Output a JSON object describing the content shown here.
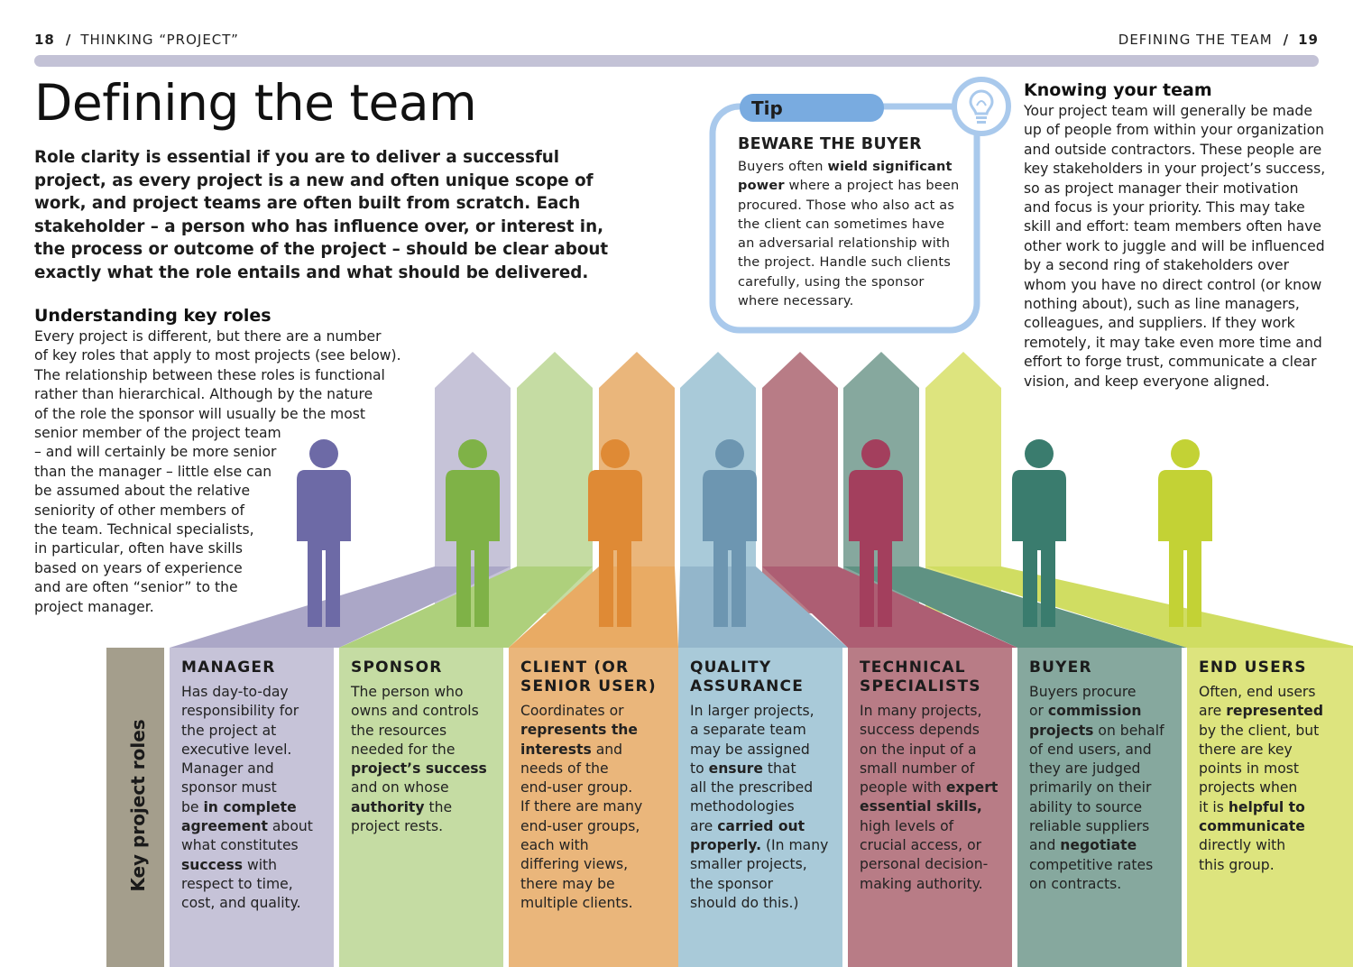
{
  "header": {
    "left_page": "18",
    "left_title": "THINKING “PROJECT”",
    "right_title": "DEFINING THE TEAM",
    "right_page": "19"
  },
  "title": "Defining the team",
  "intro": "Role clarity is essential if you are to deliver a successful project, as every project is a new and often unique scope of work, and project teams are often built from scratch. Each stakeholder – a person who has influence over, or interest in, the process or outcome of the project – should be clear about exactly what the role entails and what should be delivered.",
  "understanding": {
    "heading": "Understanding key roles",
    "lines": [
      "Every project is different, but there are a number",
      "of key roles that apply to most projects (see below).",
      "The relationship between these roles is functional",
      "rather than hierarchical. Although by the nature",
      "of the role the sponsor will usually be the most",
      "senior member of the project team",
      "– and will certainly be more senior",
      "than the manager – little else can",
      "be assumed about the relative",
      "seniority of other members of",
      "the team. Technical specialists,",
      "in particular, often have skills",
      "based on years of experience",
      "and are often “senior” to the",
      "project manager."
    ]
  },
  "tip": {
    "label": "Tip",
    "icon": "lightbulb-icon",
    "heading": "BEWARE THE BUYER",
    "lines": [
      [
        {
          "t": "Buyers often "
        },
        {
          "t": "wield significant",
          "b": true
        }
      ],
      [
        {
          "t": "power",
          "b": true
        },
        {
          "t": " where a project has been"
        }
      ],
      [
        {
          "t": "procured. Those who also act as"
        }
      ],
      [
        {
          "t": "the client can sometimes have"
        }
      ],
      [
        {
          "t": "an adversarial relationship with"
        }
      ],
      [
        {
          "t": "the project. Handle such clients"
        }
      ],
      [
        {
          "t": "carefully, using the sponsor"
        }
      ],
      [
        {
          "t": "where necessary."
        }
      ]
    ]
  },
  "knowing": {
    "heading": "Knowing your team",
    "lines": [
      "Your project team will generally be made",
      "up of people from within your organization",
      "and outside contractors. These people are",
      "key stakeholders in your project’s success,",
      "so as project manager their motivation",
      "and focus is your priority. This may take",
      "skill and effort: team members often have",
      "other work to juggle and will be influenced",
      "by a second ring of stakeholders over",
      "whom you have no direct control (or know",
      "nothing about), such as line managers,",
      "colleagues, and suppliers. If they work",
      "remotely, it may take even more time and",
      "effort to forge trust, communicate a clear",
      "vision, and keep everyone aligned."
    ]
  },
  "roles_label": "Key project roles",
  "colors": {
    "manager": "#6d6aa6",
    "sponsor": "#7fb247",
    "client": "#df8a35",
    "quality": "#6d96b1",
    "technical": "#a33f5d",
    "buyer": "#3a7c6e",
    "end_users": "#c3d235",
    "label_bar": "#a49e8c",
    "rule": "#c3c2d6",
    "tip_border": "#a9c9ec",
    "tip_label": "#79abe0"
  },
  "roles": [
    {
      "title": [
        "MANAGER"
      ],
      "lines": [
        [
          {
            "t": "Has day-to-day"
          }
        ],
        [
          {
            "t": "responsibility for"
          }
        ],
        [
          {
            "t": "the project at"
          }
        ],
        [
          {
            "t": "executive level."
          }
        ],
        [
          {
            "t": "Manager and"
          }
        ],
        [
          {
            "t": "sponsor must"
          }
        ],
        [
          {
            "t": "be "
          },
          {
            "t": "in complete",
            "b": true
          }
        ],
        [
          {
            "t": "agreement",
            "b": true
          },
          {
            "t": " about"
          }
        ],
        [
          {
            "t": "what constitutes"
          }
        ],
        [
          {
            "t": "success",
            "b": true
          },
          {
            "t": " with"
          }
        ],
        [
          {
            "t": "respect to time,"
          }
        ],
        [
          {
            "t": "cost, and quality."
          }
        ]
      ]
    },
    {
      "title": [
        "SPONSOR"
      ],
      "lines": [
        [
          {
            "t": "The person who"
          }
        ],
        [
          {
            "t": "owns and controls"
          }
        ],
        [
          {
            "t": "the resources"
          }
        ],
        [
          {
            "t": "needed for the"
          }
        ],
        [
          {
            "t": "project’s success",
            "b": true
          }
        ],
        [
          {
            "t": "and on whose"
          }
        ],
        [
          {
            "t": "authority",
            "b": true
          },
          {
            "t": " the"
          }
        ],
        [
          {
            "t": "project rests."
          }
        ]
      ]
    },
    {
      "title": [
        "CLIENT (OR",
        "SENIOR USER)"
      ],
      "lines": [
        [
          {
            "t": "Coordinates or"
          }
        ],
        [
          {
            "t": "represents the",
            "b": true
          }
        ],
        [
          {
            "t": "interests",
            "b": true
          },
          {
            "t": " and"
          }
        ],
        [
          {
            "t": "needs of the"
          }
        ],
        [
          {
            "t": "end-user group."
          }
        ],
        [
          {
            "t": "If there are many"
          }
        ],
        [
          {
            "t": "end-user groups,"
          }
        ],
        [
          {
            "t": "each with"
          }
        ],
        [
          {
            "t": "differing views,"
          }
        ],
        [
          {
            "t": "there may be"
          }
        ],
        [
          {
            "t": "multiple clients."
          }
        ]
      ]
    },
    {
      "title": [
        "QUALITY",
        "ASSURANCE"
      ],
      "lines": [
        [
          {
            "t": "In larger projects,"
          }
        ],
        [
          {
            "t": "a separate team"
          }
        ],
        [
          {
            "t": "may be assigned"
          }
        ],
        [
          {
            "t": "to "
          },
          {
            "t": "ensure",
            "b": true
          },
          {
            "t": " that"
          }
        ],
        [
          {
            "t": "all the prescribed"
          }
        ],
        [
          {
            "t": "methodologies"
          }
        ],
        [
          {
            "t": "are "
          },
          {
            "t": "carried out",
            "b": true
          }
        ],
        [
          {
            "t": "properly.",
            "b": true
          },
          {
            "t": " (In many"
          }
        ],
        [
          {
            "t": "smaller projects,"
          }
        ],
        [
          {
            "t": "the sponsor"
          }
        ],
        [
          {
            "t": "should do this.)"
          }
        ]
      ]
    },
    {
      "title": [
        "TECHNICAL",
        "SPECIALISTS"
      ],
      "lines": [
        [
          {
            "t": "In many projects,"
          }
        ],
        [
          {
            "t": "success depends"
          }
        ],
        [
          {
            "t": "on the input of a"
          }
        ],
        [
          {
            "t": "small number of"
          }
        ],
        [
          {
            "t": "people with "
          },
          {
            "t": "expert",
            "b": true
          }
        ],
        [
          {
            "t": "essential skills,",
            "b": true
          }
        ],
        [
          {
            "t": "high levels of"
          }
        ],
        [
          {
            "t": "crucial access, or"
          }
        ],
        [
          {
            "t": "personal decision-"
          }
        ],
        [
          {
            "t": "making authority."
          }
        ]
      ]
    },
    {
      "title": [
        "BUYER"
      ],
      "lines": [
        [
          {
            "t": "Buyers procure"
          }
        ],
        [
          {
            "t": "or "
          },
          {
            "t": "commission",
            "b": true
          }
        ],
        [
          {
            "t": "projects",
            "b": true
          },
          {
            "t": " on behalf"
          }
        ],
        [
          {
            "t": "of end users, and"
          }
        ],
        [
          {
            "t": "they are judged"
          }
        ],
        [
          {
            "t": "primarily on their"
          }
        ],
        [
          {
            "t": "ability to source"
          }
        ],
        [
          {
            "t": "reliable suppliers"
          }
        ],
        [
          {
            "t": "and "
          },
          {
            "t": "negotiate",
            "b": true
          }
        ],
        [
          {
            "t": "competitive rates"
          }
        ],
        [
          {
            "t": "on contracts."
          }
        ]
      ]
    },
    {
      "title": [
        "END USERS"
      ],
      "lines": [
        [
          {
            "t": "Often, end users"
          }
        ],
        [
          {
            "t": "are "
          },
          {
            "t": "represented",
            "b": true
          }
        ],
        [
          {
            "t": "by the client, but"
          }
        ],
        [
          {
            "t": "there are key"
          }
        ],
        [
          {
            "t": "points in most"
          }
        ],
        [
          {
            "t": "projects when"
          }
        ],
        [
          {
            "t": "it is "
          },
          {
            "t": "helpful to",
            "b": true
          }
        ],
        [
          {
            "t": "communicate",
            "b": true
          }
        ],
        [
          {
            "t": "directly with"
          }
        ],
        [
          {
            "t": "this group."
          }
        ]
      ]
    }
  ]
}
